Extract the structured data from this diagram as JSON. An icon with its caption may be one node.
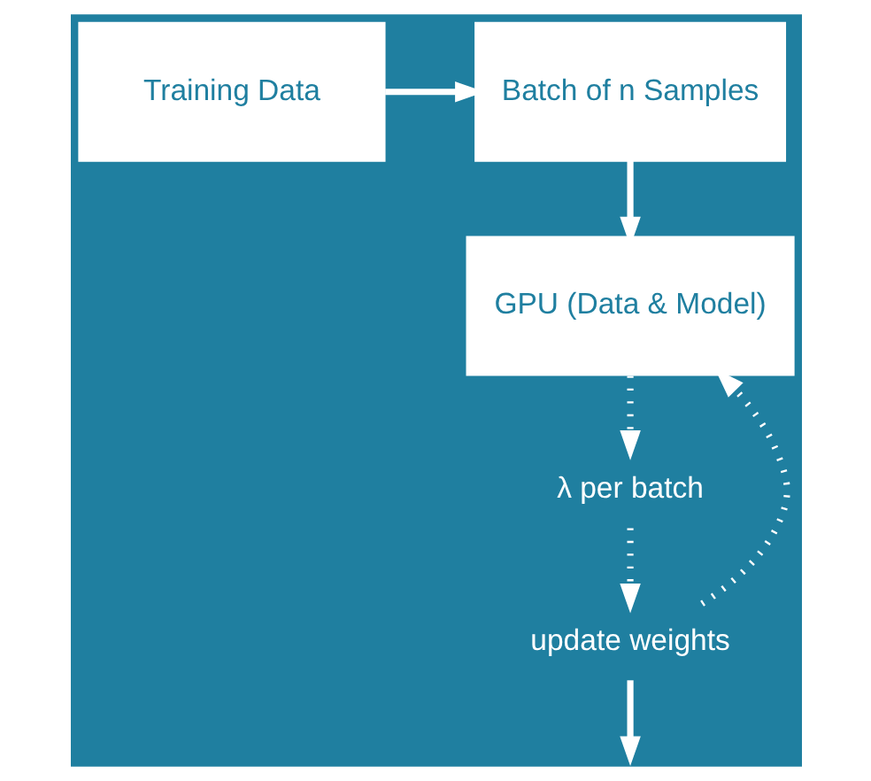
{
  "diagram": {
    "nodes": [
      {
        "text": [
          "Training Data"
        ]
      },
      {
        "text": [
          "Batch of n Samples"
        ]
      },
      {
        "text": [
          "GPU (Data & Model)"
        ]
      },
      {
        "text": [
          "λ per batch"
        ]
      },
      {
        "text": [
          "update weights"
        ]
      }
    ],
    "edges": [
      {
        "from": 0,
        "to": 1,
        "arrow": "to"
      },
      {
        "from": 1,
        "to": 2,
        "arrow": "to"
      },
      {
        "from": 2,
        "to": 3,
        "arrow": "to",
        "style": "dashed"
      },
      {
        "from": 3,
        "to": 4,
        "arrow": "to",
        "style": "dashed"
      },
      {
        "from": 4,
        "to": 2,
        "arrow": "to",
        "style": "dashed"
      },
      {
        "from": 4,
        "to": null,
        "arrow": "to"
      }
    ]
  }
}
